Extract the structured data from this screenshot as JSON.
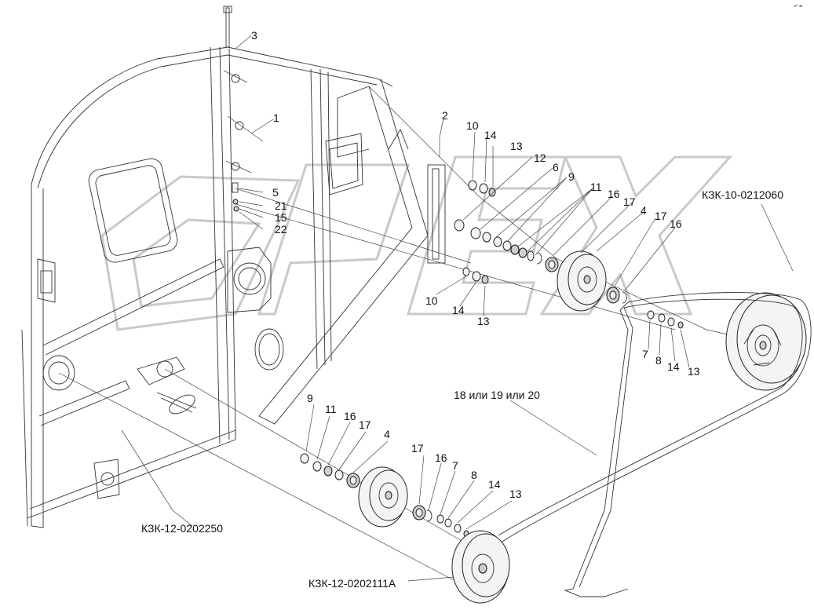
{
  "corner_mark": "•° ••",
  "watermark": "OPEX",
  "assembly_codes": {
    "top_right": "КЗК-10-0212060",
    "bottom_left": "КЗК-12-0202250",
    "bottom": "КЗК-12-0202111А"
  },
  "belt_note": "18 или 19 или 20",
  "callouts": {
    "c3": "3",
    "c1": "1",
    "c2": "2",
    "c5": "5",
    "c21": "21",
    "c15": "15",
    "c22": "22",
    "u10": "10",
    "u14": "14",
    "u13": "13",
    "u12": "12",
    "u6": "6",
    "u9": "9",
    "u11": "11",
    "u16a": "16",
    "u17a": "17",
    "u4": "4",
    "u17b": "17",
    "u16b": "16",
    "m10": "10",
    "m14": "14",
    "m13": "13",
    "r7": "7",
    "r8": "8",
    "r14": "14",
    "r13": "13",
    "l9": "9",
    "l11": "11",
    "l16": "16",
    "l17": "17",
    "l4": "4",
    "b17": "17",
    "b16": "16",
    "b7": "7",
    "b8": "8",
    "b14": "14",
    "b13": "13"
  }
}
